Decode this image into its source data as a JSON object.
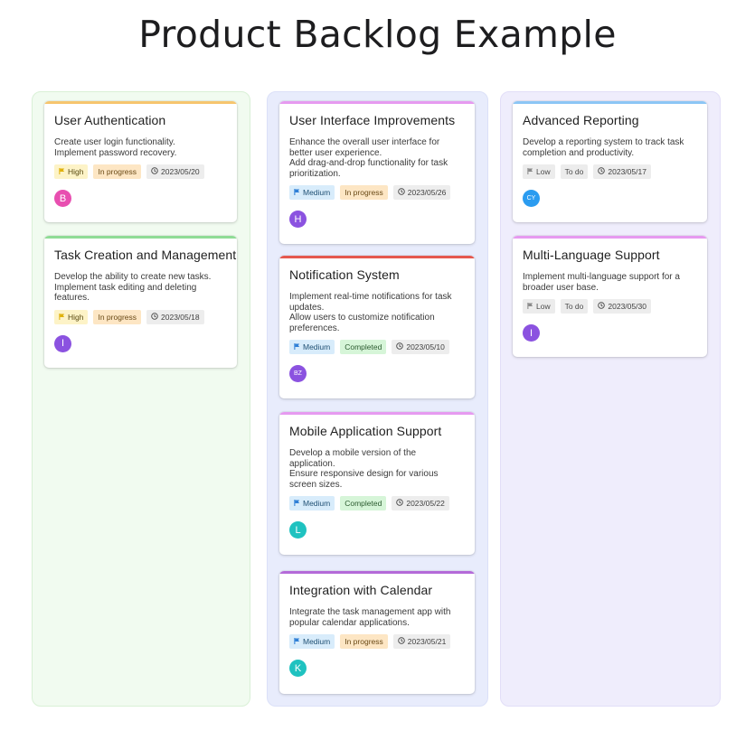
{
  "page": {
    "title": "Product Backlog Example"
  },
  "colors": {
    "col_green_bg": "#f1fbf0",
    "col_blue_bg": "#e8ecfc",
    "col_purple_bg": "#efedfc"
  },
  "columns": [
    {
      "cards": [
        {
          "title": "User Authentication",
          "description": [
            "Create user login functionality.",
            "Implement password recovery."
          ],
          "priority": "High",
          "status": "In progress",
          "date": "2023/05/20",
          "avatar": "B",
          "avatar_color": "#e84fb0",
          "accent": "#f6c56e"
        },
        {
          "title": "Task Creation and Management",
          "description": [
            "Develop the ability to create new tasks.",
            "Implement task editing and deleting",
            "features."
          ],
          "priority": "High",
          "status": "In progress",
          "date": "2023/05/18",
          "avatar": "I",
          "avatar_color": "#8b52e0",
          "accent": "#8fdc95"
        }
      ]
    },
    {
      "cards": [
        {
          "title": "User Interface Improvements",
          "description": [
            "Enhance the overall user interface for",
            "better user experience.",
            "Add drag-and-drop functionality for task",
            "prioritization."
          ],
          "priority": "Medium",
          "status": "In progress",
          "date": "2023/05/26",
          "avatar": "H",
          "avatar_color": "#8b52e0",
          "accent": "#e69af0"
        },
        {
          "title": "Notification System",
          "description": [
            "Implement real-time notifications for task",
            "updates.",
            "Allow users to customize notification",
            "preferences."
          ],
          "priority": "Medium",
          "status": "Completed",
          "date": "2023/05/10",
          "avatar": "BZ",
          "avatar_color": "#8b52e0",
          "accent": "#e5584f"
        },
        {
          "title": "Mobile Application Support",
          "description": [
            "Develop a mobile version of the",
            "application.",
            "Ensure responsive design for various",
            "screen sizes."
          ],
          "priority": "Medium",
          "status": "Completed",
          "date": "2023/05/22",
          "avatar": "L",
          "avatar_color": "#1fc2c0",
          "accent": "#e69af0"
        },
        {
          "title": "Integration with Calendar",
          "description": [
            "Integrate the task management app with",
            "popular calendar applications."
          ],
          "priority": "Medium",
          "status": "In progress",
          "date": "2023/05/21",
          "avatar": "K",
          "avatar_color": "#1fc2c0",
          "accent": "#b46ad8"
        }
      ]
    },
    {
      "cards": [
        {
          "title": "Advanced Reporting",
          "description": [
            "Develop a reporting system to track task",
            "completion and productivity."
          ],
          "priority": "Low",
          "status": "To do",
          "date": "2023/05/17",
          "avatar": "CY",
          "avatar_color": "#2b9cf0",
          "accent": "#8cc6f5"
        },
        {
          "title": "Multi-Language Support",
          "description": [
            "Implement multi-language support for a",
            "broader user base."
          ],
          "priority": "Low",
          "status": "To do",
          "date": "2023/05/30",
          "avatar": "I",
          "avatar_color": "#8b52e0",
          "accent": "#e69af0"
        }
      ]
    }
  ]
}
